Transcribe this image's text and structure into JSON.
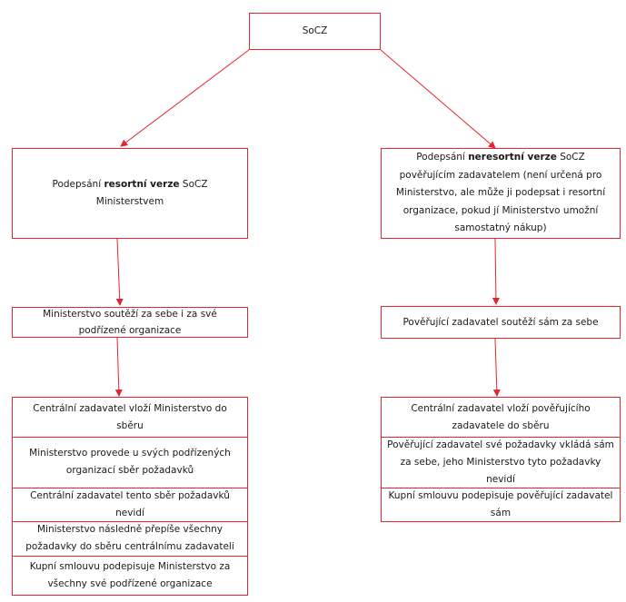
{
  "top": {
    "label": "SoCZ"
  },
  "left": {
    "sign_box": {
      "pre": "Podepsání ",
      "bold": "resortní verze",
      "post": " SoCZ Ministerstvem"
    },
    "compete_box": "Ministerstvo soutěží za sebe i za své podřízené organizace",
    "steps": [
      "Centrální zadavatel vloží Ministerstvo do sběru",
      "Ministerstvo provede u svých podřízených organizací sběr požadavků",
      "Centrální zadavatel  tento sběr  požadavků nevidí",
      "Ministerstvo následně  přepíše všechny požadavky do sběru centrálnímu zadavateli",
      "Kupní smlouvu podepisuje Ministerstvo za všechny své podřízené organizace"
    ]
  },
  "right": {
    "sign_box": {
      "pre": "Podepsání ",
      "bold": "neresortní verze",
      "post": " SoCZ pověřujícím zadavatelem (není určená pro Ministerstvo, ale může ji podepsat i resortní organizace, pokud jí  Ministerstvo umožní samostatný nákup)"
    },
    "compete_box": "Pověřující zadavatel soutěží sám za sebe",
    "steps": [
      "Centrální zadavatel vloží pověřujícího zadavatele do sběru",
      "Pověřující zadavatel své požadavky vkládá sám za sebe, jeho Ministerstvo tyto požadavky nevidí",
      "Kupní smlouvu podepisuje pověřující zadavatel sám"
    ]
  },
  "colors": {
    "border": "#e3262d",
    "arrow": "#e3262d"
  }
}
